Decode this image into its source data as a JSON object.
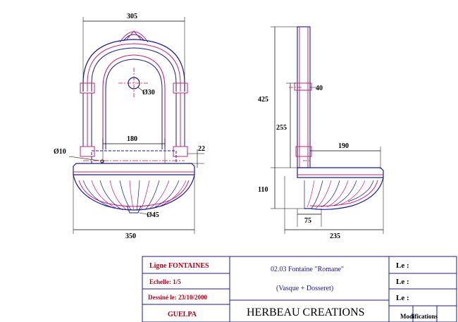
{
  "front_view": {
    "width_top": "305",
    "hole_diameter": "Ø30",
    "spacing": "180",
    "side_hole": "Ø10",
    "height_step": "22",
    "drain_diameter": "Ø45",
    "width_bottom": "350"
  },
  "side_view": {
    "total_height": "425",
    "top_width": "40",
    "inner_height": "255",
    "depth_upper": "190",
    "basin_height": "110",
    "foot_depth": "75",
    "depth_total": "235"
  },
  "title_block": {
    "line": "Ligne  FONTAINES",
    "scale": "Echelle:  1/5",
    "drawn": "Dessiné le:  23/10/2000",
    "author": "GUELPA",
    "ref": "02.03 Fontaine \"Romane\"",
    "desc": "(Vasque + Dosseret)",
    "company": "HERBEAU CREATIONS",
    "le1": "Le :",
    "le2": "Le :",
    "le3": "Le :",
    "modifications": "Modifications"
  },
  "colors": {
    "outline": "#1a1a8c",
    "accent": "#c0247a",
    "axis": "#d0102a"
  }
}
